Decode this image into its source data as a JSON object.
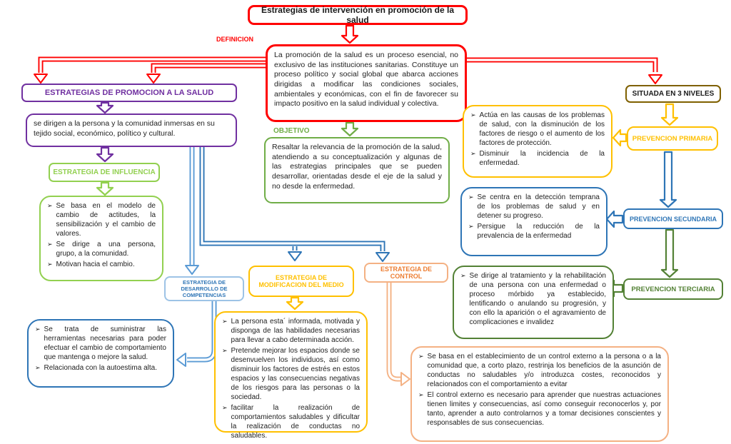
{
  "title": "Estrategias de intervención en promoción de la salud",
  "icons": {
    "bullet": "➢"
  },
  "colors": {
    "red": "#FF0000",
    "purple": "#7030A0",
    "light_green": "#92D050",
    "green": "#70AD47",
    "dark_green": "#538135",
    "yellow": "#FFC000",
    "olive": "#7F6000",
    "blue": "#2E75B6",
    "light_blue": "#9DC3E6",
    "mid_blue": "#5B9BD5",
    "salmon": "#F4B183",
    "orange": "#ED7D31"
  },
  "definicion": {
    "label": "DEFINICION",
    "text": "La promoción de la salud es un proceso esencial, no exclusivo de las instituciones sanitarias. Constituye un proceso político y social global que abarca acciones dirigidas a modificar las condiciones sociales, ambientales y económicas, con el fin de favorecer su impacto positivo en la salud individual y colectiva."
  },
  "objetivo": {
    "label": "OBJETIVO",
    "text": "Resaltar la relevancia de la promoción de la salud, atendiendo a su conceptualización y algunas de las estrategias principales que se pueden desarrollar, orientadas desde el eje de la salud y no desde la enfermedad."
  },
  "promocion": {
    "heading": "ESTRATEGIAS DE PROMOCION A LA SALUD",
    "description": "se dirigen a la persona y la comunidad inmersas en su tejido social, económico, político y cultural."
  },
  "influencia": {
    "heading": "ESTRATEGIA DE INFLUENCIA",
    "bullets": [
      "Se basa en el modelo de cambio de actitudes, la sensibilización y el cambio de valores.",
      "Se dirige a una persona, grupo, a la comunidad.",
      "Motivan hacia el cambio."
    ]
  },
  "niveles": {
    "heading": "SITUADA EN 3 NIVELES",
    "primaria": {
      "label": "PREVENCION PRIMARIA",
      "bullets": [
        "Actúa en las causas de los problemas de salud, con la disminución de los factores de riesgo o el aumento de los factores de protección.",
        "Disminuir la incidencia de la enfermedad."
      ]
    },
    "secundaria": {
      "label": "PREVENCION SECUNDARIA",
      "bullets": [
        "Se centra en la detección temprana de los problemas de salud y en detener su progreso.",
        "Persigue la reducción de la prevalencia de la enfermedad"
      ]
    },
    "terciaria": {
      "label": "PREVENCION TERCIARIA",
      "bullets": [
        "Se dirige al tratamiento y la rehabilitación de una persona con una enfermedad o proceso mórbido ya establecido, lentificando o anulando su progresión, y con ello la aparición o el agravamiento de complicaciones e invalidez"
      ]
    }
  },
  "desarrollo": {
    "heading": "ESTRATEGIA DE DESARROLLO DE COMPETENCIAS",
    "bullets": [
      "Se trata de suministrar las herramientas necesarias para poder efectuar el cambio de comportamiento que mantenga o mejore la salud.",
      "Relacionada con la autoestima alta."
    ]
  },
  "modificacion": {
    "heading": "ESTRATEGIA DE MODIFICACION DEL MEDIO",
    "bullets": [
      "La persona esta´ informada, motivada y disponga de las habilidades necesarias para llevar a cabo determinada acción.",
      "Pretende mejorar los espacios donde se desenvuelven los individuos, así como disminuir los factores de estrés en estos espacios y las consecuencias negativas de los riesgos para las personas o la sociedad.",
      "facilitar la realización de comportamientos saludables y dificultar la realización de conductas no saludables."
    ]
  },
  "control": {
    "heading": "ESTRATEGIA DE CONTROL",
    "bullets": [
      "Se basa en el establecimiento de un control externo a la persona o a la comunidad que, a corto plazo, restrinja los beneficios de la asunción de conductas no saludables y/o introduzca costes, reconocidos y relacionados con el comportamiento a evitar",
      "El control externo es necesario para aprender que nuestras actuaciones tienen limites y consecuencias, así como conseguir reconocerlos y, por tanto, aprender a auto controlarnos y a tomar decisiones conscientes y responsables de sus consecuencias."
    ]
  }
}
